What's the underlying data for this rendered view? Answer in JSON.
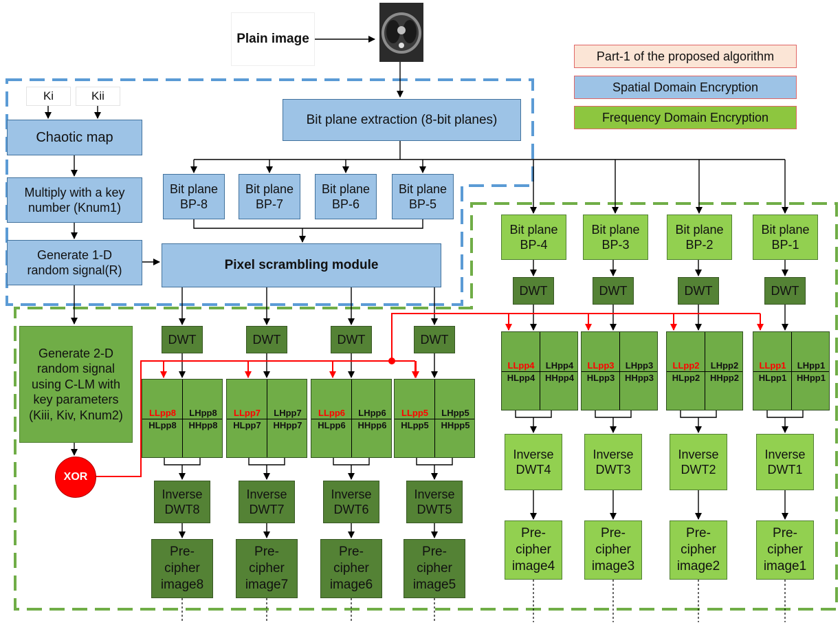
{
  "plain_image": {
    "label": "Plain image"
  },
  "legend": {
    "part1": "Part-1 of the proposed algorithm",
    "spatial": "Spatial Domain Encryption",
    "frequency": "Frequency Domain Encryption"
  },
  "keys": {
    "ki": "Ki",
    "kii": "Kii"
  },
  "left_chain": {
    "chaotic_map": "Chaotic map",
    "multiply": "Multiply with a key\nnumber (Knum1)",
    "generate_1d": "Generate 1-D\nrandom signal(R)",
    "generate_2d": "Generate 2-D\nrandom signal\nusing C-LM with\nkey parameters\n(Kiii, Kiv, Knum2)",
    "xor": "XOR"
  },
  "bit_plane_extraction": "Bit plane extraction (8-bit planes)",
  "pixel_scrambling": "Pixel scrambling module",
  "spatial_bitplanes": [
    {
      "label": "Bit plane\nBP-8"
    },
    {
      "label": "Bit plane\nBP-7"
    },
    {
      "label": "Bit plane\nBP-6"
    },
    {
      "label": "Bit plane\nBP-5"
    }
  ],
  "frequency_bitplanes": [
    {
      "label": "Bit plane\nBP-4"
    },
    {
      "label": "Bit plane\nBP-3"
    },
    {
      "label": "Bit plane\nBP-2"
    },
    {
      "label": "Bit plane\nBP-1"
    }
  ],
  "dwt_label": "DWT",
  "left_columns": [
    {
      "ll": "LLpp8",
      "lh": "LHpp8",
      "hl": "HLpp8",
      "hh": "HHpp8",
      "inverse": "Inverse\nDWT8",
      "precipher": "Pre-\ncipher\nimage8"
    },
    {
      "ll": "LLpp7",
      "lh": "LHpp7",
      "hl": "HLpp7",
      "hh": "HHpp7",
      "inverse": "Inverse\nDWT7",
      "precipher": "Pre-\ncipher\nimage7"
    },
    {
      "ll": "LLpp6",
      "lh": "LHpp6",
      "hl": "HLpp6",
      "hh": "HHpp6",
      "inverse": "Inverse\nDWT6",
      "precipher": "Pre-\ncipher\nimage6"
    },
    {
      "ll": "LLpp5",
      "lh": "LHpp5",
      "hl": "HLpp5",
      "hh": "HHpp5",
      "inverse": "Inverse\nDWT5",
      "precipher": "Pre-\ncipher\nimage5"
    }
  ],
  "right_columns": [
    {
      "ll": "LLpp4",
      "lh": "LHpp4",
      "hl": "HLpp4",
      "hh": "HHpp4",
      "inverse": "Inverse\nDWT4",
      "precipher": "Pre-\ncipher\nimage4"
    },
    {
      "ll": "LLpp3",
      "lh": "LHpp3",
      "hl": "HLpp3",
      "hh": "HHpp3",
      "inverse": "Inverse\nDWT3",
      "precipher": "Pre-\ncipher\nimage3"
    },
    {
      "ll": "LLpp2",
      "lh": "LHpp2",
      "hl": "HLpp2",
      "hh": "HHpp2",
      "inverse": "Inverse\nDWT2",
      "precipher": "Pre-\ncipher\nimage2"
    },
    {
      "ll": "LLpp1",
      "lh": "LHpp1",
      "hl": "HLpp1",
      "hh": "HHpp1",
      "inverse": "Inverse\nDWT1",
      "precipher": "Pre-\ncipher\nimage1"
    }
  ],
  "colors": {
    "spatial_fill": "#9dc3e6",
    "frequency_fill": "#70ad47",
    "frequency_light_fill": "#92d050",
    "spatial_border_dash": "#5b9bd5",
    "frequency_border_dash": "#70ad47",
    "xor_path": "#ff0000"
  }
}
